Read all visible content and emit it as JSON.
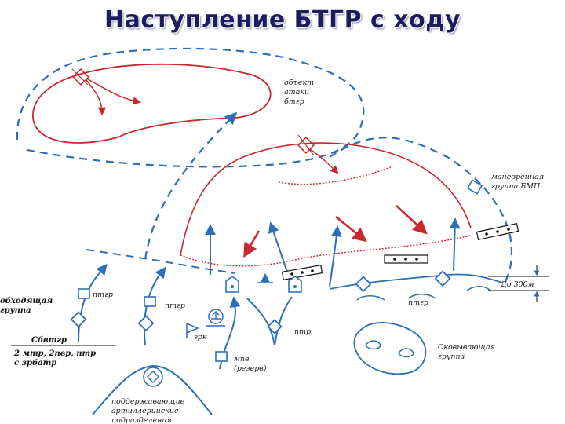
{
  "title": "Наступление БТГР с ходу",
  "labels": {
    "objective": [
      "объект",
      "атаки",
      "бтгр"
    ],
    "maneuver": [
      "маневренная",
      "группа БМП"
    ],
    "distance": "До 300м",
    "flanking": [
      "обходящая",
      "группа"
    ],
    "ptgr_1": "птгр",
    "ptgr_2": "птгр",
    "ptgr_3": "птгр",
    "ptr": "птр",
    "grk": "грк",
    "mpv": [
      "мпв",
      "(резерв)"
    ],
    "sostav_title": "Сбвтгр",
    "sostav_text": [
      "2 мтр, 2пвр, птр",
      "с зрбатр"
    ],
    "pinning": [
      "Сковывающая",
      "группа"
    ],
    "artillery": [
      "поддерживающие",
      "артиллерийские",
      "подразделения"
    ]
  },
  "colors": {
    "blue": "#2a6fb8",
    "red": "#c8282e",
    "title": "#1c1c5e"
  }
}
